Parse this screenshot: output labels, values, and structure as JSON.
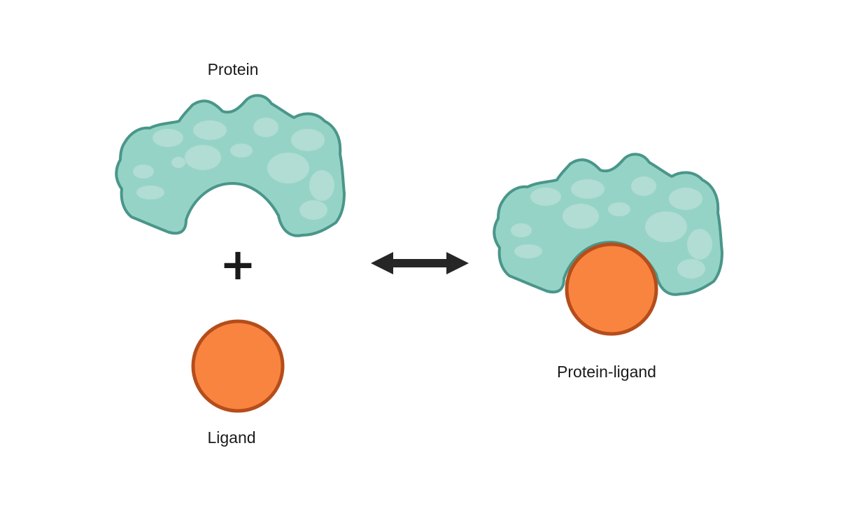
{
  "labels": {
    "protein": "Protein",
    "ligand": "Ligand",
    "complex": "Protein-ligand"
  },
  "symbols": {
    "plus": "+"
  },
  "icons": {
    "arrow": "double-headed-arrow-icon"
  },
  "colors": {
    "protein_fill": "#96d3c7",
    "protein_stroke": "#4a968a",
    "protein_highlight": "#b7ded6",
    "ligand_fill": "#f9843f",
    "ligand_stroke": "#b54d1b",
    "arrow": "#262626",
    "text": "#1a1a1a"
  }
}
